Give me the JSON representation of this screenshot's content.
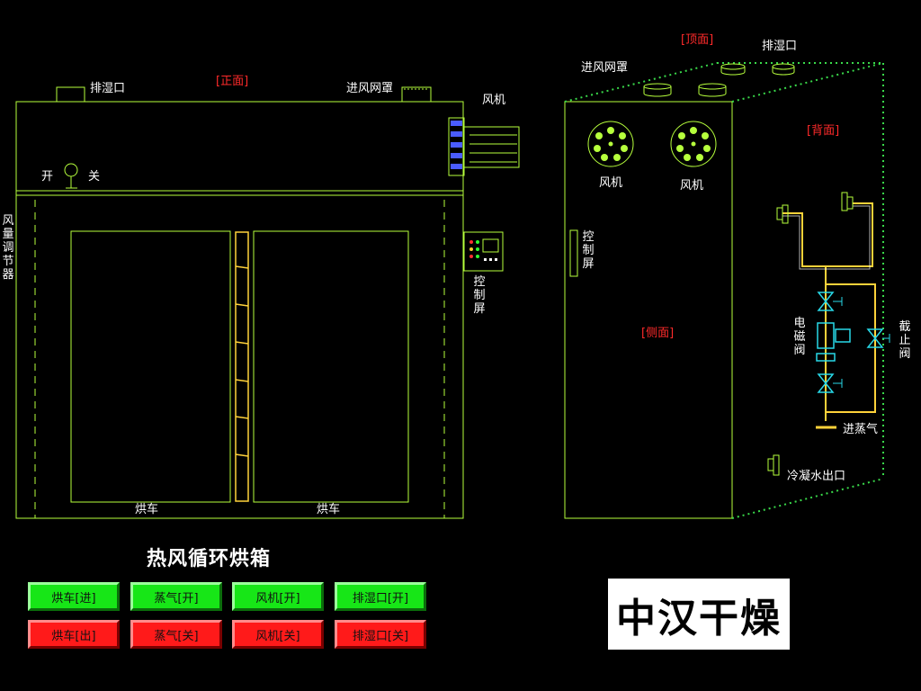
{
  "front": {
    "view_label": "[正面]",
    "exhaust_label": "排湿口",
    "intake_label": "进风网罩",
    "fan_label": "风机",
    "on_label": "开",
    "off_label": "关",
    "damper_label": "风量调节器",
    "control_label": "控制屏",
    "cart_left_label": "烘车",
    "cart_right_label": "烘车"
  },
  "side": {
    "top_label": "[顶面]",
    "back_label": "[背面]",
    "side_label": "[侧面]",
    "exhaust_label": "排湿口",
    "intake_label": "进风网罩",
    "fan1_label": "风机",
    "fan2_label": "风机",
    "control_label": "控制屏",
    "solenoid_label": "电磁阀",
    "stop_valve_label": "截止阀",
    "steam_in_label": "进蒸气",
    "condensate_label": "冷凝水出口"
  },
  "title": "热风循环烘箱",
  "buttons": {
    "cart_in": "烘车[进]",
    "steam_on": "蒸气[开]",
    "fan_on": "风机[开]",
    "exhaust_on": "排湿口[开]",
    "cart_out": "烘车[出]",
    "steam_off": "蒸气[关]",
    "fan_off": "风机[关]",
    "exhaust_off": "排湿口[关]"
  },
  "brand": "中汉干燥",
  "colors": {
    "outline": "#b6ff3c",
    "accent_red": "#ff2a2a",
    "on_green": "#17e617",
    "off_red": "#ff1a1a",
    "rail_yellow": "#ffd23a",
    "valve_cyan": "#28d9e8"
  }
}
